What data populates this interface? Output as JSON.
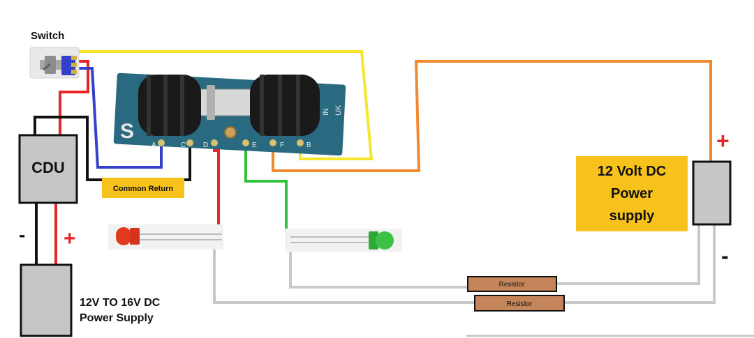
{
  "labels": {
    "switch": "Switch",
    "cdu": "CDU",
    "common_return": "Common Return",
    "psu_left_line1": "12V TO 16V DC",
    "psu_left_line2": "Power Supply",
    "psu_right_line1": "12 Volt DC",
    "psu_right_line2": "Power",
    "psu_right_line3": "supply",
    "resistor_1": "Resistor",
    "resistor_2": "Resistor",
    "minus_left": "-",
    "plus_left": "+",
    "plus_right": "+",
    "minus_right": "-"
  },
  "pcb": {
    "pins": [
      "A",
      "C",
      "D",
      "E",
      "F",
      "B"
    ],
    "letter_s": "S",
    "marking_in": "IN",
    "marking_uk": "UK"
  },
  "colors": {
    "wire_red": "#e8262a",
    "wire_black": "#111111",
    "wire_blue": "#3340c8",
    "wire_yellow": "#f5e62b",
    "wire_orange": "#f08a2e",
    "wire_green": "#2fc23a",
    "wire_grey": "#c8c8c8",
    "box_grey": "#c6c6c6",
    "label_yellow": "#f7c21c",
    "resistor_brown": "#c4855a",
    "pcb_blue": "#2a6a80",
    "coil_black": "#1a1a1a",
    "plus_red": "#e8262a"
  }
}
